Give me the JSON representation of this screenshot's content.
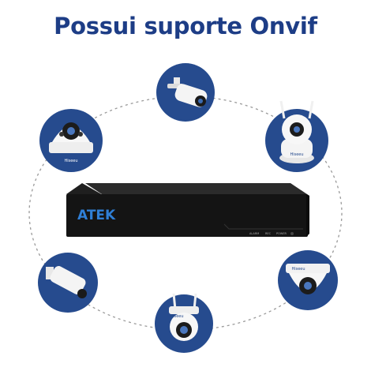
{
  "headline": "Possui suporte Onvif",
  "colors": {
    "headline": "#1d3d86",
    "circle_fill": "#264b8e",
    "dashed_ring": "#9a9a9a",
    "nvr_body": "#141414",
    "brand_logo": "#2f7fd6"
  },
  "nvr": {
    "brand_logo": "ATEK",
    "front_labels": [
      "ALARM",
      "REC",
      "POWER"
    ]
  },
  "cameras": [
    {
      "type": "bullet-camera",
      "position": "top"
    },
    {
      "type": "dome-camera",
      "position": "upper-left"
    },
    {
      "type": "pan-tilt-wifi-camera",
      "position": "upper-right"
    },
    {
      "type": "bullet-camera",
      "position": "lower-left"
    },
    {
      "type": "dome-camera",
      "position": "lower-right"
    },
    {
      "type": "wifi-speed-dome-camera",
      "position": "bottom"
    }
  ],
  "camera_logo": "Hiseeu"
}
